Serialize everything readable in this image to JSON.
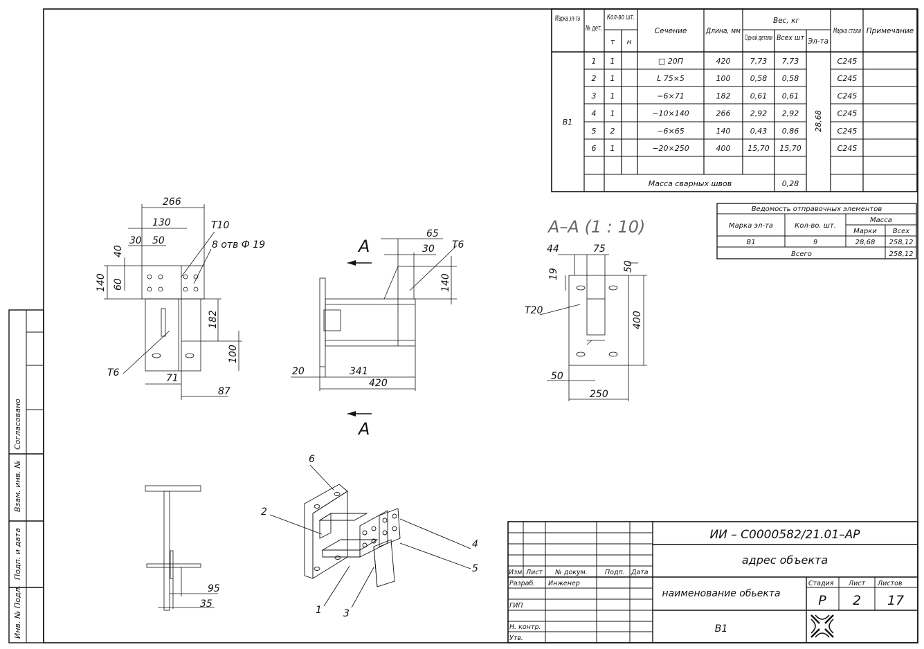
{
  "spec_table": {
    "headers": {
      "mark": "Марка эл-та",
      "det_no": "№ дет.",
      "qty": "Кол-во шт.",
      "qty_t": "т",
      "qty_n": "н",
      "section": "Сечение",
      "length": "Длина, мм",
      "weight": "Вес, кг",
      "weight_one": "Одной детали",
      "weight_all": "Всех шт",
      "weight_elem": "Эл-та",
      "steel": "Марка стали",
      "note": "Примечание"
    },
    "mark_value": "B1",
    "elem_weight": "28,68",
    "rows": [
      {
        "no": "1",
        "qty": "1",
        "section": "□ 20П",
        "length": "420",
        "w1": "7,73",
        "wall": "7,73",
        "steel": "С245"
      },
      {
        "no": "2",
        "qty": "1",
        "section": "L 75×5",
        "length": "100",
        "w1": "0,58",
        "wall": "0,58",
        "steel": "С245"
      },
      {
        "no": "3",
        "qty": "1",
        "section": "−6×71",
        "length": "182",
        "w1": "0,61",
        "wall": "0,61",
        "steel": "С245"
      },
      {
        "no": "4",
        "qty": "1",
        "section": "−10×140",
        "length": "266",
        "w1": "2,92",
        "wall": "2,92",
        "steel": "С245"
      },
      {
        "no": "5",
        "qty": "2",
        "section": "−6×65",
        "length": "140",
        "w1": "0,43",
        "wall": "0,86",
        "steel": "С245"
      },
      {
        "no": "6",
        "qty": "1",
        "section": "−20×250",
        "length": "400",
        "w1": "15,70",
        "wall": "15,70",
        "steel": "С245"
      }
    ],
    "weld_label": "Масса сварных швов",
    "weld_value": "0,28"
  },
  "shipping_table": {
    "title": "Ведомость отправочных элементов",
    "col_mark": "Марка эл-та",
    "col_qty": "Кол-во. шт.",
    "col_mass": "Масса",
    "col_mass_mark": "Марки",
    "col_mass_all": "Всех",
    "row": {
      "mark": "B1",
      "qty": "9",
      "mass_mark": "28,68",
      "mass_all": "258,12"
    },
    "total_label": "Всего",
    "total_value": "258,12"
  },
  "drawing": {
    "section_title": "А–А (1 : 10)",
    "section_mark": "А",
    "view1": {
      "d266": "266",
      "d130": "130",
      "d30": "30",
      "d50": "50",
      "d40": "40",
      "d60": "60",
      "d140": "140",
      "d182": "182",
      "d100": "100",
      "d71": "71",
      "d87": "87",
      "t10": "Т10",
      "holes": "8 отв Ф 19",
      "t6": "Т6"
    },
    "view2": {
      "d65": "65",
      "d30": "30",
      "t6": "Т6",
      "d140": "140",
      "d20": "20",
      "d341": "341",
      "d420": "420"
    },
    "view3": {
      "d44": "44",
      "d75": "75",
      "d50a": "50",
      "d19": "19",
      "t20": "Т20",
      "d400": "400",
      "d50b": "50",
      "d250": "250"
    },
    "view4": {
      "d95": "95",
      "d35": "35"
    },
    "iso_callouts": {
      "c1": "1",
      "c2": "2",
      "c3": "3",
      "c4": "4",
      "c5": "5",
      "c6": "6"
    }
  },
  "side_stamps": {
    "agreed": "Согласовано",
    "vzam": "Взам. инв. №",
    "podp": "Подп. и дата",
    "inv": "Инв. № Подл."
  },
  "title_block": {
    "code": "ИИ – С0000582/21.01–АР",
    "address": "адрес объекта",
    "object_name": "наименование обьекта",
    "sheet_name": "В1",
    "col_izm": "Изм.",
    "col_list": "Лист",
    "col_doc": "№ докум.",
    "col_podp": "Подп.",
    "col_date": "Дата",
    "razrab": "Разраб.",
    "engineer": "Инженер",
    "gip": "ГИП",
    "nkontr": "Н. контр.",
    "utv": "Утв.",
    "stage_label": "Стадия",
    "sheet_label": "Лист",
    "sheets_label": "Листов",
    "stage": "Р",
    "sheet": "2",
    "sheets": "17"
  }
}
